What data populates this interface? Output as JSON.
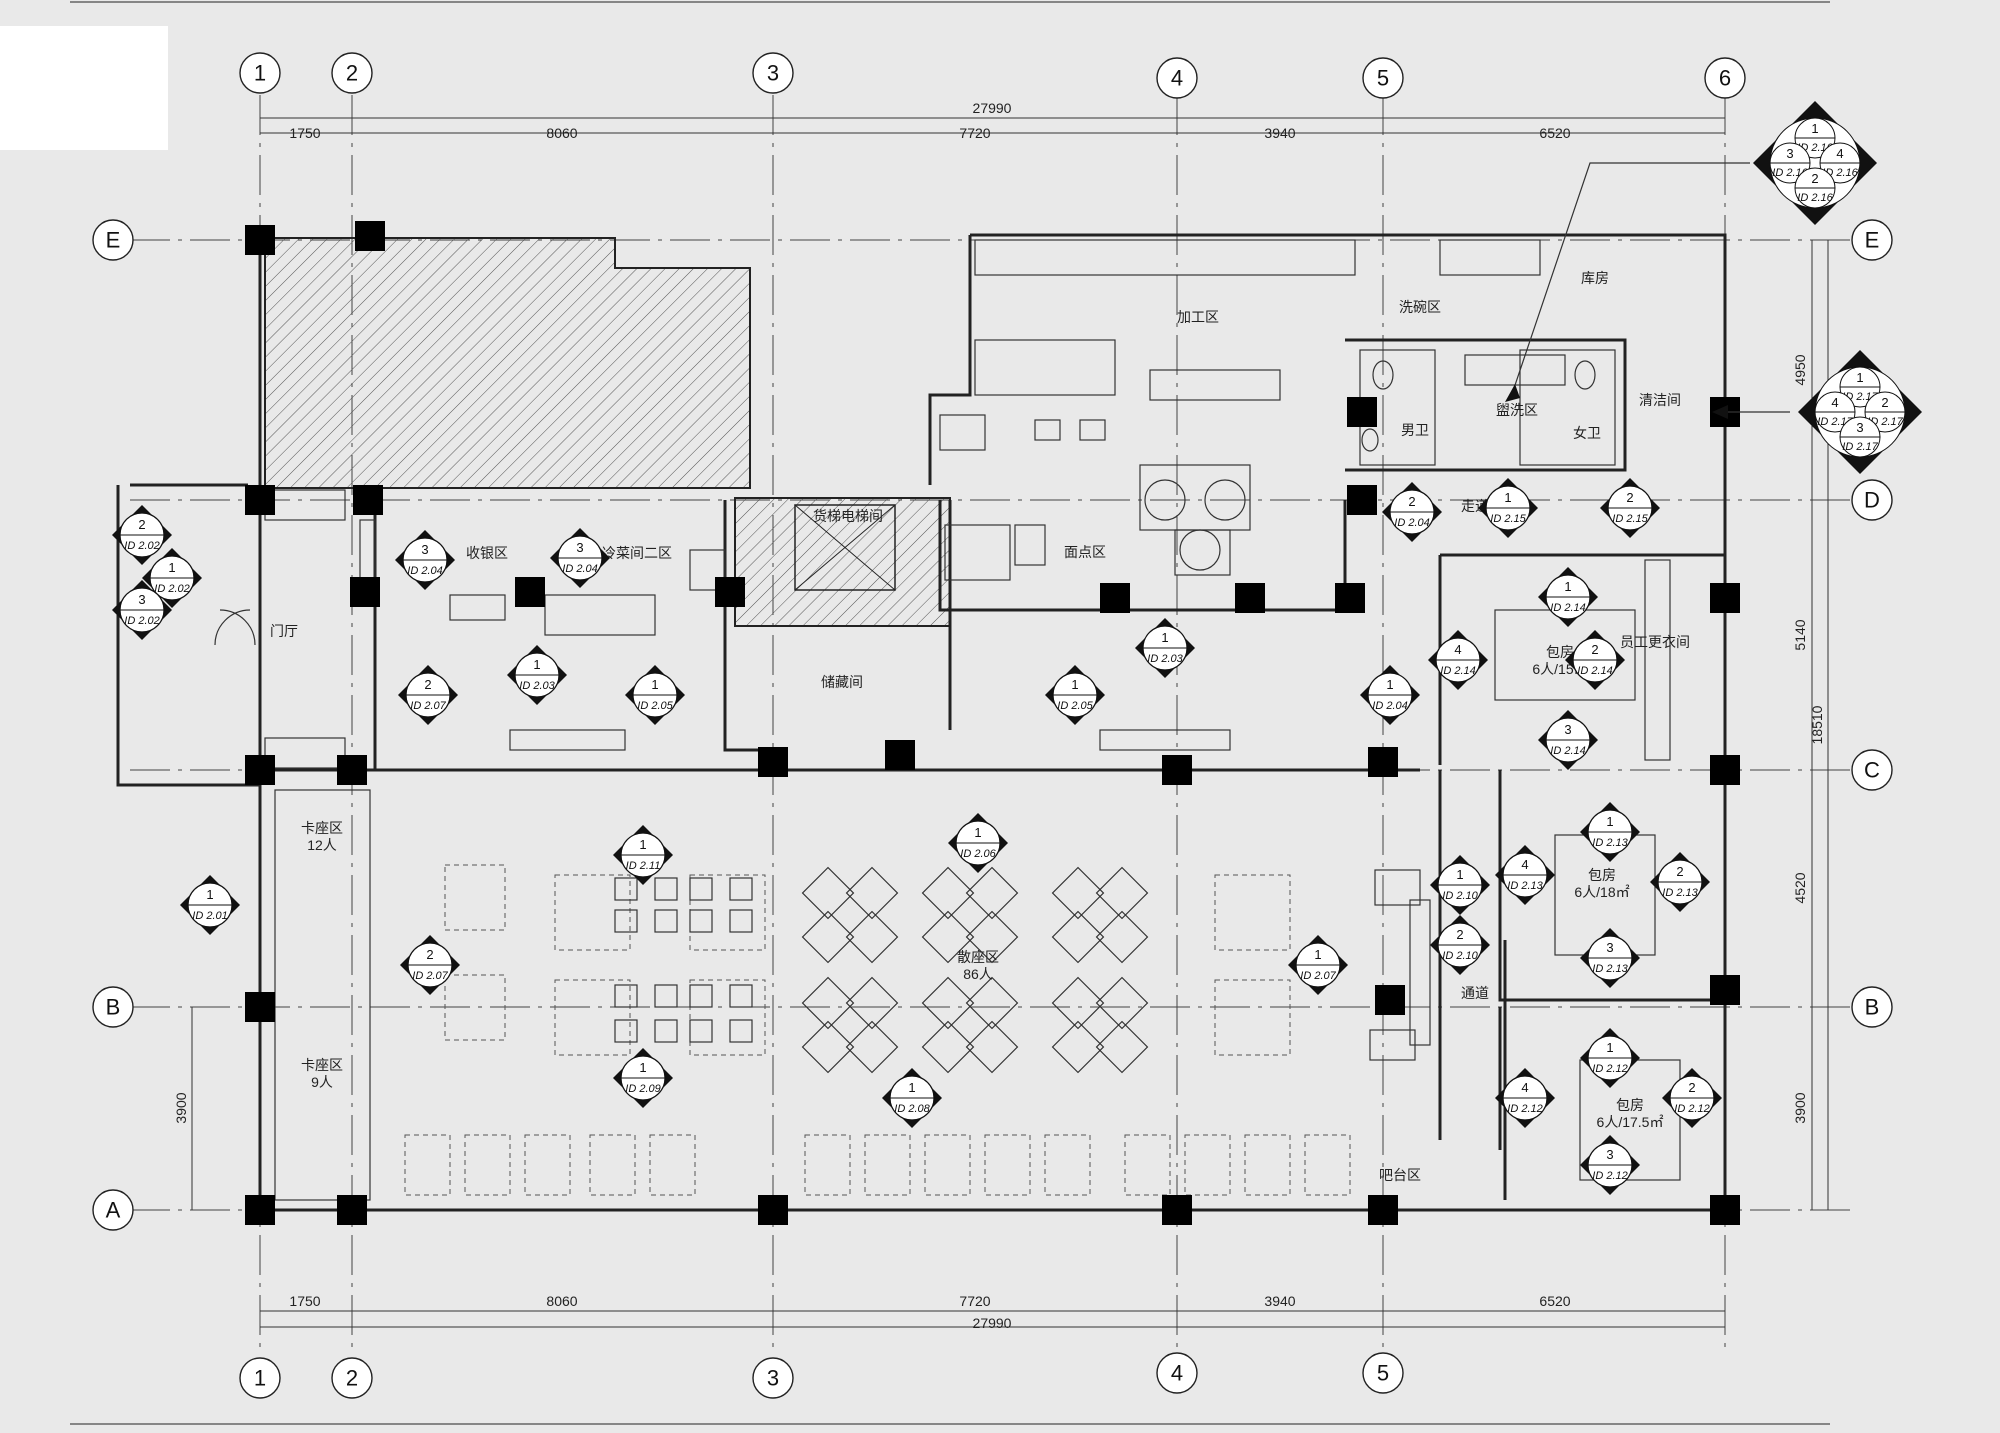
{
  "plan": {
    "total_dimension": "27990",
    "span_dimensions": [
      "1750",
      "8060",
      "7720",
      "3940",
      "6520"
    ],
    "vertical_dimensions": {
      "total": "18510",
      "spans": [
        "4950",
        "5140",
        "4520",
        "3900"
      ],
      "left": "3900"
    }
  },
  "grid_axes": {
    "vertical": [
      "1",
      "2",
      "3",
      "4",
      "5",
      "6"
    ],
    "horizontal": [
      "E",
      "D",
      "C",
      "B",
      "A"
    ]
  },
  "rooms": [
    {
      "key": "kitchen_prep",
      "label": "加工区"
    },
    {
      "key": "wash",
      "label": "洗碗区"
    },
    {
      "key": "storage",
      "label": "库房"
    },
    {
      "key": "male_wc",
      "label": "男卫"
    },
    {
      "key": "female_wc",
      "label": "女卫"
    },
    {
      "key": "washroom",
      "label": "盥洗区"
    },
    {
      "key": "cleaning",
      "label": "清洁间"
    },
    {
      "key": "corridor",
      "label": "走道"
    },
    {
      "key": "cashier",
      "label": "收银区"
    },
    {
      "key": "cold_dish",
      "label": "冷菜间二区"
    },
    {
      "key": "pastry",
      "label": "面点区"
    },
    {
      "key": "elevator",
      "label": "货梯电梯间"
    },
    {
      "key": "store",
      "label": "储藏间"
    },
    {
      "key": "lobby",
      "label": "门厅"
    },
    {
      "key": "pr1",
      "label": "包房",
      "cap": "6人/15㎡"
    },
    {
      "key": "pr2",
      "label": "包房",
      "cap": "6人/18㎡"
    },
    {
      "key": "pr3",
      "label": "包房",
      "cap": "6人/17.5㎡"
    },
    {
      "key": "changing",
      "label": "员工更衣间"
    },
    {
      "key": "booth1",
      "label": "卡座区",
      "cap": "12人"
    },
    {
      "key": "booth2",
      "label": "卡座区",
      "cap": "9人"
    },
    {
      "key": "dining",
      "label": "散座区",
      "cap": "86人"
    },
    {
      "key": "aisle",
      "label": "通道"
    },
    {
      "key": "bar",
      "label": "吧台区"
    }
  ],
  "index_tags": [
    {
      "n": "2",
      "id": "ID 2.02"
    },
    {
      "n": "1",
      "id": "ID 2.02"
    },
    {
      "n": "3",
      "id": "ID 2.02"
    },
    {
      "n": "3",
      "id": "ID 2.04"
    },
    {
      "n": "3",
      "id": "ID 2.04"
    },
    {
      "n": "1",
      "id": "ID 2.03"
    },
    {
      "n": "2",
      "id": "ID 2.07"
    },
    {
      "n": "1",
      "id": "ID 2.05"
    },
    {
      "n": "1",
      "id": "ID 2.03"
    },
    {
      "n": "1",
      "id": "ID 2.05"
    },
    {
      "n": "1",
      "id": "ID 2.04"
    },
    {
      "n": "2",
      "id": "ID 2.04"
    },
    {
      "n": "1",
      "id": "ID 2.15"
    },
    {
      "n": "2",
      "id": "ID 2.15"
    },
    {
      "n": "1",
      "id": "ID 2.14"
    },
    {
      "n": "4",
      "id": "ID 2.14"
    },
    {
      "n": "2",
      "id": "ID 2.14"
    },
    {
      "n": "3",
      "id": "ID 2.14"
    },
    {
      "n": "1",
      "id": "ID 2.13"
    },
    {
      "n": "4",
      "id": "ID 2.13"
    },
    {
      "n": "2",
      "id": "ID 2.13"
    },
    {
      "n": "3",
      "id": "ID 2.13"
    },
    {
      "n": "1",
      "id": "ID 2.12"
    },
    {
      "n": "4",
      "id": "ID 2.12"
    },
    {
      "n": "2",
      "id": "ID 2.12"
    },
    {
      "n": "3",
      "id": "ID 2.12"
    },
    {
      "n": "1",
      "id": "ID 2.10"
    },
    {
      "n": "2",
      "id": "ID 2.10"
    },
    {
      "n": "1",
      "id": "ID 2.06"
    },
    {
      "n": "1",
      "id": "ID 2.11"
    },
    {
      "n": "1",
      "id": "ID 2.01"
    },
    {
      "n": "2",
      "id": "ID 2.07"
    },
    {
      "n": "1",
      "id": "ID 2.07"
    },
    {
      "n": "1",
      "id": "ID 2.09"
    },
    {
      "n": "1",
      "id": "ID 2.08"
    }
  ],
  "compound_tags": [
    {
      "key": "top",
      "items": [
        {
          "n": "1",
          "id": "ID 2.16"
        },
        {
          "n": "3",
          "id": "ID 2.16"
        },
        {
          "n": "4",
          "id": "ID 2.16"
        },
        {
          "n": "2",
          "id": "ID 2.16"
        }
      ]
    },
    {
      "key": "mid",
      "items": [
        {
          "n": "1",
          "id": "ID 2.17"
        },
        {
          "n": "4",
          "id": "ID 2.17"
        },
        {
          "n": "2",
          "id": "ID 2.17"
        },
        {
          "n": "3",
          "id": "ID 2.17"
        }
      ]
    }
  ]
}
